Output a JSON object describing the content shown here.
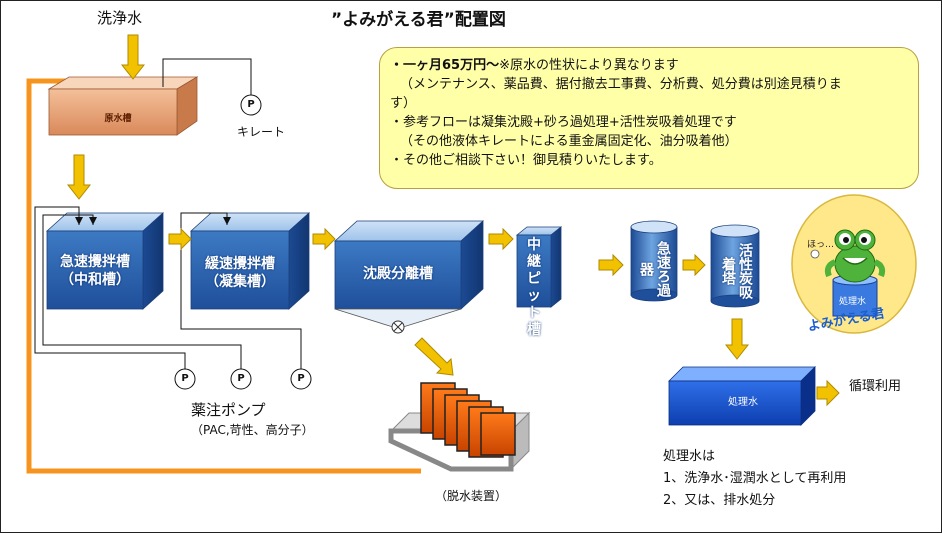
{
  "title": "”よみがえる君”配置図",
  "wash_water_label": "洗浄水",
  "chelate_label": "キレート",
  "pump_symbol": "P",
  "raw_water_tank": "原水槽",
  "notes": {
    "line1_bold": "・一ヶ月65万円〜",
    "line1_rest": "※原水の性状により異なります",
    "line2": "（メンテナンス、薬品費、据付撤去工事費、分析費、処分費は別途見積りま",
    "line3": "す）",
    "line4": "・参考フローは凝集沈殿+砂ろ過処理+活性炭吸着処理です",
    "line5": "（その他液体キレートによる重金属固定化、油分吸着他）",
    "line6": "・その他ご相談下さい！御見積りいたします。"
  },
  "tanks": {
    "rapid_mix_1": "急速攪拌槽",
    "rapid_mix_2": "（中和槽）",
    "slow_mix_1": "緩速攪拌槽",
    "slow_mix_2": "（凝集槽）",
    "settling": "沈殿分離槽",
    "intermediate_pit": "中継ピット槽",
    "sand_filter": "急速ろ過器",
    "carbon_tower": "活性炭吸着塔",
    "treated_water": "処理水"
  },
  "pump_label": "薬注ポンプ",
  "pump_chemicals": "（PAC,苛性、高分子）",
  "dewatering_label": "（脱水装置）",
  "recycle_label": "循環利用",
  "mascot": {
    "name": "よみがえる君",
    "bubble": "ほっ…",
    "water": "処理水"
  },
  "treated_note": {
    "title": "処理水は",
    "item1": "1、洗浄水･湿潤水として再利用",
    "item2": "2、又は、排水処分"
  },
  "colors": {
    "arrow": "#f2c200",
    "recycle_line": "#f7941d",
    "tank_blue": "#4a86c8",
    "raw_tank": "#e8a878",
    "note_bg": "#ffffa8",
    "mascot_bg": "#ffe88a"
  }
}
